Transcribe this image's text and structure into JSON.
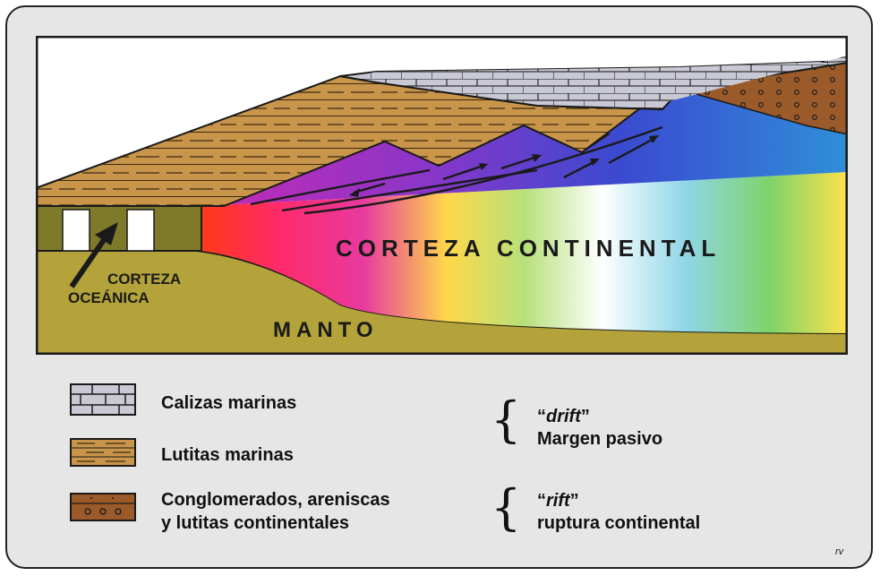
{
  "diagram": {
    "labels": {
      "continental_crust": "CORTEZA CONTINENTAL",
      "oceanic_crust_line1": "CORTEZA",
      "oceanic_crust_line2": "OCEÁNICA",
      "mantle": "MANTO"
    }
  },
  "legend": {
    "items": [
      {
        "label": "Calizas marinas",
        "swatch": "limestone-icon"
      },
      {
        "label": "Lutitas marinas",
        "swatch": "shale-icon"
      },
      {
        "label_line1": "Conglomerados, areniscas",
        "label_line2": "y lutitas continentales",
        "swatch": "conglomerate-icon"
      }
    ],
    "groups": [
      {
        "term": "drift",
        "description": "Margen pasivo"
      },
      {
        "term": "rift",
        "description": "ruptura continental"
      }
    ]
  },
  "signature": "rv",
  "colors": {
    "limestone": "#c9c9d6",
    "shale": "#c9954a",
    "conglomerate": "#9a5a2a",
    "mantle": "#b3a33a",
    "oceanic": "#7f7a2a",
    "outline": "#1a1a1a"
  }
}
